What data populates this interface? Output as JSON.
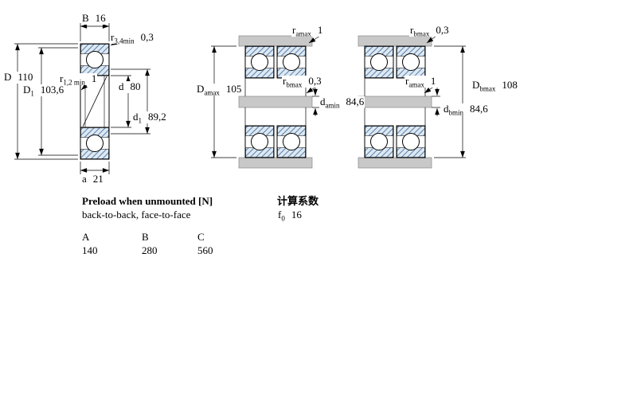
{
  "colors": {
    "line": "#000000",
    "hatch_line": "#5b7fa6",
    "hatch_bg": "#dce8f3",
    "block": "#c8c8c8",
    "background": "#ffffff"
  },
  "figure": {
    "single": {
      "B": {
        "sym": "B",
        "sub": "",
        "value": "16"
      },
      "r34": {
        "sym": "r",
        "sub": "3,4min",
        "value": "0,3"
      },
      "D": {
        "sym": "D",
        "sub": "",
        "value": "110"
      },
      "D1": {
        "sym": "D",
        "sub": "1",
        "value": "103,6"
      },
      "r12": {
        "sym": "r",
        "sub": "1,2 min",
        "value": "1"
      },
      "d": {
        "sym": "d",
        "sub": "",
        "value": "80"
      },
      "d1": {
        "sym": "d",
        "sub": "1",
        "value": "89,2"
      },
      "a": {
        "sym": "a",
        "sub": "",
        "value": "21"
      }
    },
    "back_to_back": {
      "ra": {
        "sym": "r",
        "sub": "amax",
        "value": "1"
      },
      "Da": {
        "sym": "D",
        "sub": "amax",
        "value": "105"
      },
      "rb": {
        "sym": "r",
        "sub": "bmax",
        "value": "0,3"
      },
      "da": {
        "sym": "d",
        "sub": "amin",
        "value": "84,6"
      }
    },
    "face_to_face": {
      "rb": {
        "sym": "r",
        "sub": "bmax",
        "value": "0,3"
      },
      "ra": {
        "sym": "r",
        "sub": "amax",
        "value": "1"
      },
      "Db": {
        "sym": "D",
        "sub": "bmax",
        "value": "108"
      },
      "db": {
        "sym": "d",
        "sub": "bmin",
        "value": "84,6"
      }
    }
  },
  "preload": {
    "title": "Preload when unmounted [N]",
    "subtitle": "back-to-back, face-to-face",
    "columns": [
      "A",
      "B",
      "C"
    ],
    "values": [
      "140",
      "280",
      "560"
    ]
  },
  "calculation": {
    "title": "计算系数",
    "f0": {
      "sym": "f",
      "sub": "0",
      "value": "16"
    }
  }
}
